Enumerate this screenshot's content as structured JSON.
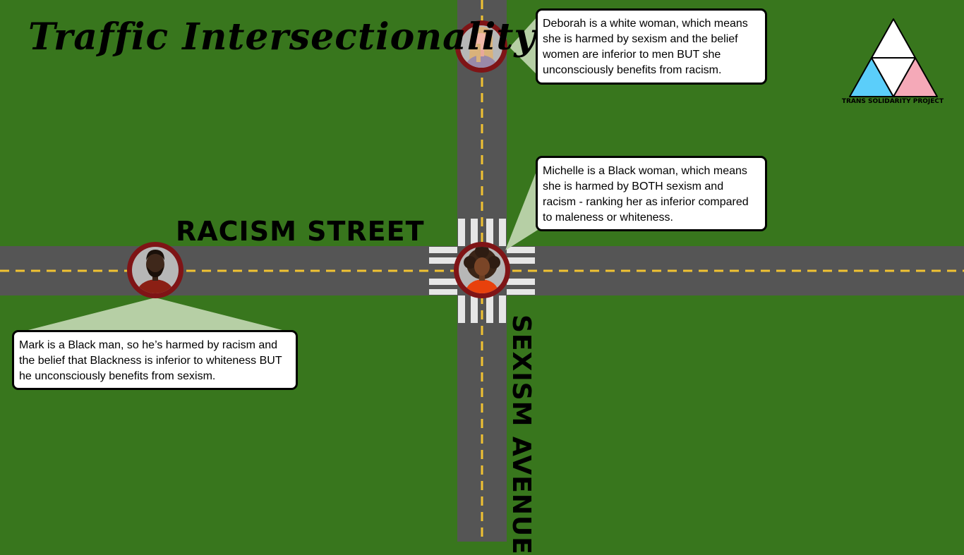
{
  "title": "Traffic Intersectionality",
  "streets": {
    "horizontal": "RACISM STREET",
    "vertical": "SEXISM AVENUE"
  },
  "people": [
    {
      "name": "Deborah",
      "icon": "white-woman-avatar-icon",
      "text": "Deborah is a white woman, which means she is harmed by sexism and the belief women are inferior to men BUT she unconsciously benefits from racism."
    },
    {
      "name": "Michelle",
      "icon": "black-woman-avatar-icon",
      "text": "Michelle is a Black woman, which means she is harmed by BOTH sexism and racism - ranking her as inferior compared to maleness or whiteness."
    },
    {
      "name": "Mark",
      "icon": "black-man-avatar-icon",
      "text": "Mark is a Black man, so he’s harmed by racism and the belief that Blackness is inferior to whiteness BUT he unconsciously benefits from sexism."
    }
  ],
  "logo": {
    "caption": "TRANS SOLIDARITY PROJECT",
    "icon": "triangle-logo-icon",
    "colors": {
      "top": "#ffffff",
      "left": "#5bcefa",
      "right": "#f5a9b8"
    }
  },
  "colors": {
    "grass": "#38761d",
    "road": "#555555",
    "lane_line": "#f1c232",
    "ring": "#7f1416",
    "callout": "#b6cfa5"
  }
}
